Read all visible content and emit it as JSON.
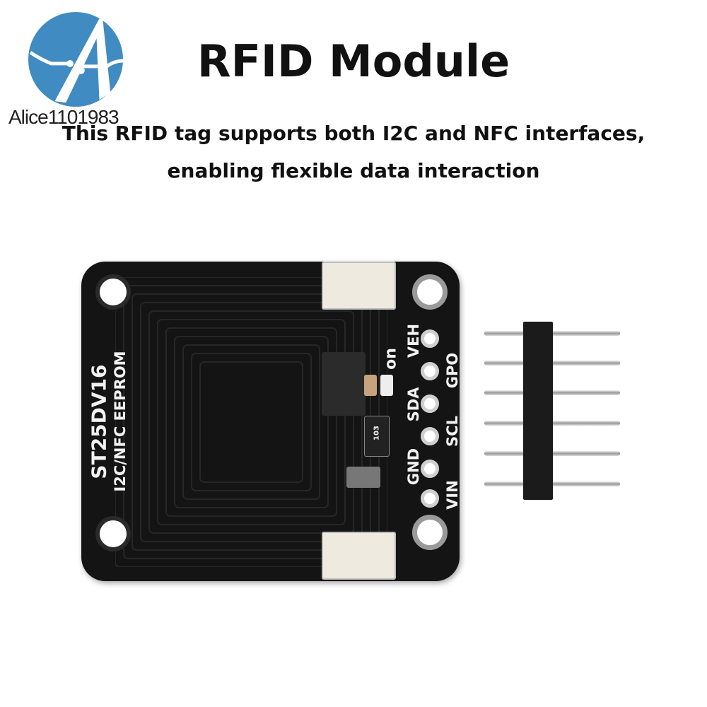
{
  "watermark": {
    "text": "Alice1101983",
    "color": "#3f8bc2"
  },
  "title": "RFID Module",
  "subtitle": [
    "This RFID tag supports both I2C and NFC interfaces,",
    "enabling flexible data interaction"
  ],
  "board": {
    "chip_name": "ST25DV16",
    "description": "I2C/NFC EEPROM",
    "led_label": "on",
    "resistor_code": "103",
    "pins": [
      "VEH",
      "GPO",
      "SDA",
      "SCL",
      "GND",
      "VIN"
    ]
  },
  "pin_header": {
    "pin_count": 6
  }
}
